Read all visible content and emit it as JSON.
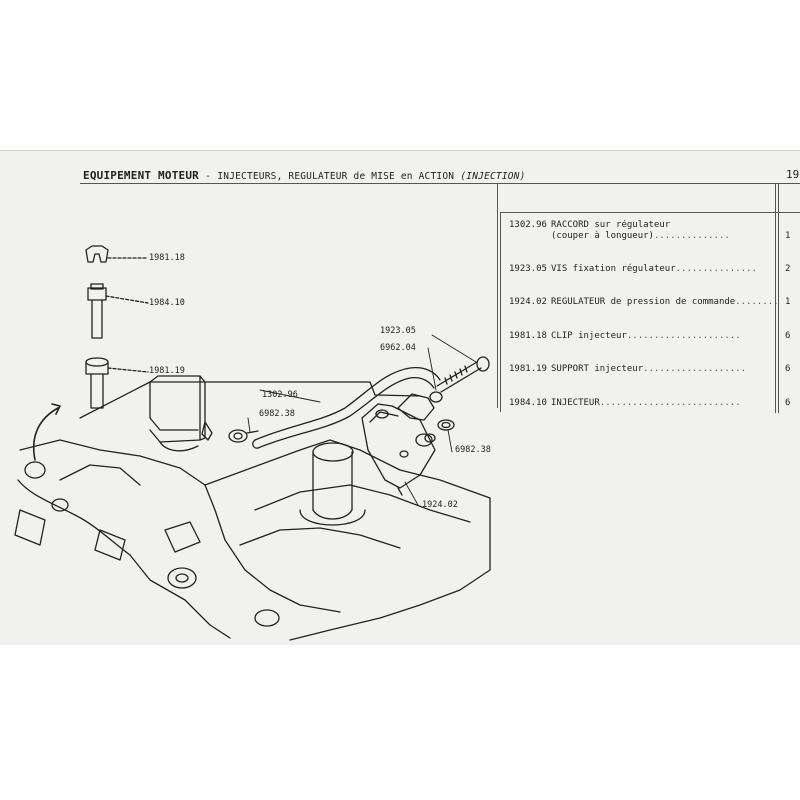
{
  "header": {
    "title_main": "EQUIPEMENT MOTEUR",
    "dash": "-",
    "title_sub": "INJECTEURS, REGULATEUR de MISE en ACTION",
    "title_paren": "(INJECTION)",
    "page_number": "19"
  },
  "parts": [
    {
      "ref": "1302.96",
      "desc": "RACCORD sur régulateur",
      "desc2": "(couper à longueur)",
      "dots": "..............",
      "qty": "1"
    },
    {
      "ref": "1923.05",
      "desc": "VIS fixation régulateur",
      "dots": "...............",
      "qty": "2"
    },
    {
      "ref": "1924.02",
      "desc": "REGULATEUR de pression de commande",
      "dots": "........",
      "qty": "1"
    },
    {
      "ref": "1981.18",
      "desc": "CLIP injecteur",
      "dots": ".....................",
      "qty": "6"
    },
    {
      "ref": "1981.19",
      "desc": "SUPPORT injecteur",
      "dots": "...................",
      "qty": "6"
    },
    {
      "ref": "1984.10",
      "desc": "INJECTEUR",
      "dots": "..........................",
      "qty": "6"
    }
  ],
  "callouts": {
    "clip": "1981.18",
    "injector": "1984.10",
    "support": "1981.19",
    "screw": "1923.05",
    "collar_top": "6962.04",
    "hose": "1302.96",
    "collar_left": "6982.38",
    "collar_right": "6982.38",
    "regulator": "1924.02"
  },
  "colors": {
    "page": "#f1f1ef",
    "ink": "#222222",
    "background": "#ffffff"
  }
}
